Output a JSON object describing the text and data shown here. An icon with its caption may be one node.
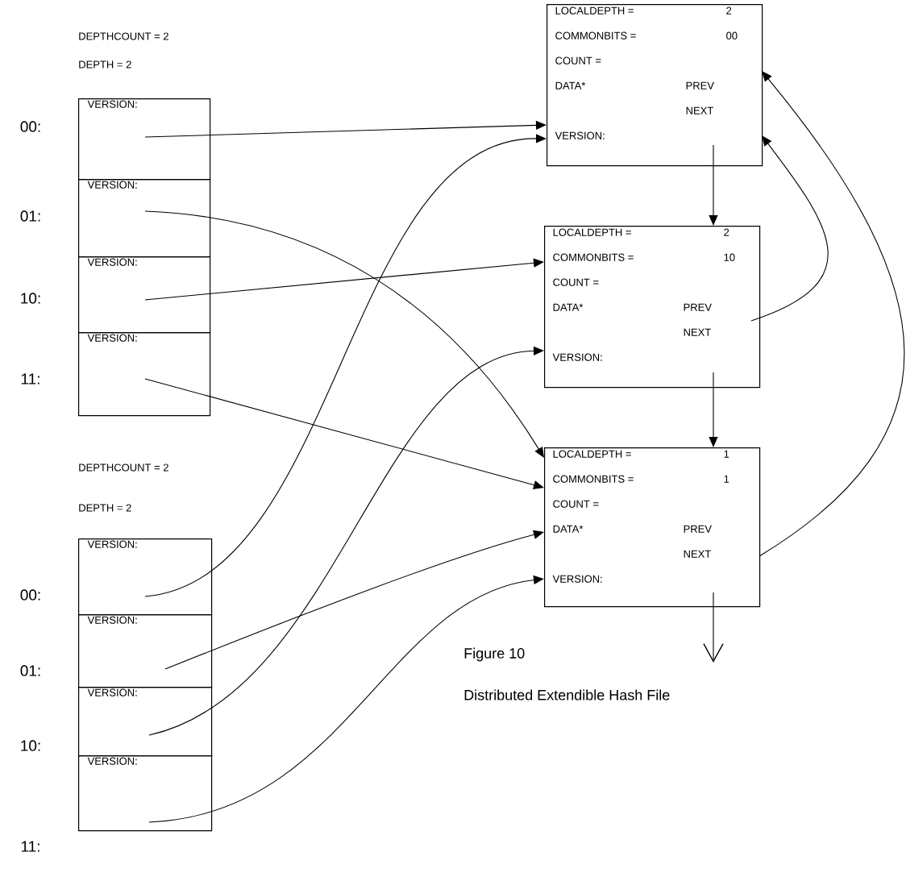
{
  "diagram": {
    "nodes": [
      {
        "text": [
          "VERSION:"
        ],
        "beside": [
          "00:"
        ]
      },
      {
        "text": [
          "VERSION:"
        ],
        "beside": [
          "01:"
        ]
      },
      {
        "text": [
          "VERSION:"
        ],
        "beside": [
          "10:"
        ]
      },
      {
        "text": [
          "VERSION:"
        ],
        "beside": [
          "11:"
        ]
      },
      {
        "text": [
          "VERSION:"
        ],
        "beside": [
          "00:"
        ]
      },
      {
        "text": [
          "VERSION:"
        ],
        "beside": [
          "01:"
        ]
      },
      {
        "text": [
          "VERSION:"
        ],
        "beside": [
          "10:"
        ]
      },
      {
        "text": [
          "VERSION:"
        ],
        "beside": [
          "11:"
        ]
      },
      {
        "text": [
          "LOCALDEPTH =",
          "2",
          "COMMONBITS =",
          "00",
          "COUNT =",
          "DATA*",
          "PREV",
          "NEXT",
          "VERSION:"
        ]
      },
      {
        "text": [
          "LOCALDEPTH =",
          "2",
          "COMMONBITS =",
          "10",
          "COUNT =",
          "DATA*",
          "PREV",
          "NEXT",
          "VERSION:"
        ]
      },
      {
        "text": [
          "LOCALDEPTH =",
          "1",
          "COMMONBITS =",
          "1",
          "COUNT =",
          "DATA*",
          "PREV",
          "NEXT",
          "VERSION:"
        ]
      }
    ],
    "edges": [
      {
        "from": 0,
        "to": 8,
        "arrow": "to"
      },
      {
        "from": 1,
        "to": 10,
        "arrow": "to"
      },
      {
        "from": 2,
        "to": 9,
        "arrow": "to"
      },
      {
        "from": 3,
        "to": 10,
        "arrow": "to"
      },
      {
        "from": 4,
        "to": 8,
        "arrow": "to"
      },
      {
        "from": 5,
        "to": 10,
        "arrow": "to"
      },
      {
        "from": 6,
        "to": 9,
        "arrow": "to"
      },
      {
        "from": 7,
        "to": 10,
        "arrow": "to"
      },
      {
        "from": 8,
        "to": 9,
        "arrow": "to"
      },
      {
        "from": 9,
        "to": 10,
        "arrow": "to"
      },
      {
        "from": 9,
        "to": 8,
        "arrow": "to"
      },
      {
        "from": 10,
        "to": 8,
        "arrow": "to"
      },
      {
        "from": 10,
        "to": null,
        "arrow": "to"
      }
    ],
    "labels": [
      "DEPTHCOUNT = 2",
      "DEPTH = 2",
      "DEPTHCOUNT = 2",
      "DEPTH = 2",
      "Figure 10",
      "Distributed Extendible Hash File"
    ]
  }
}
